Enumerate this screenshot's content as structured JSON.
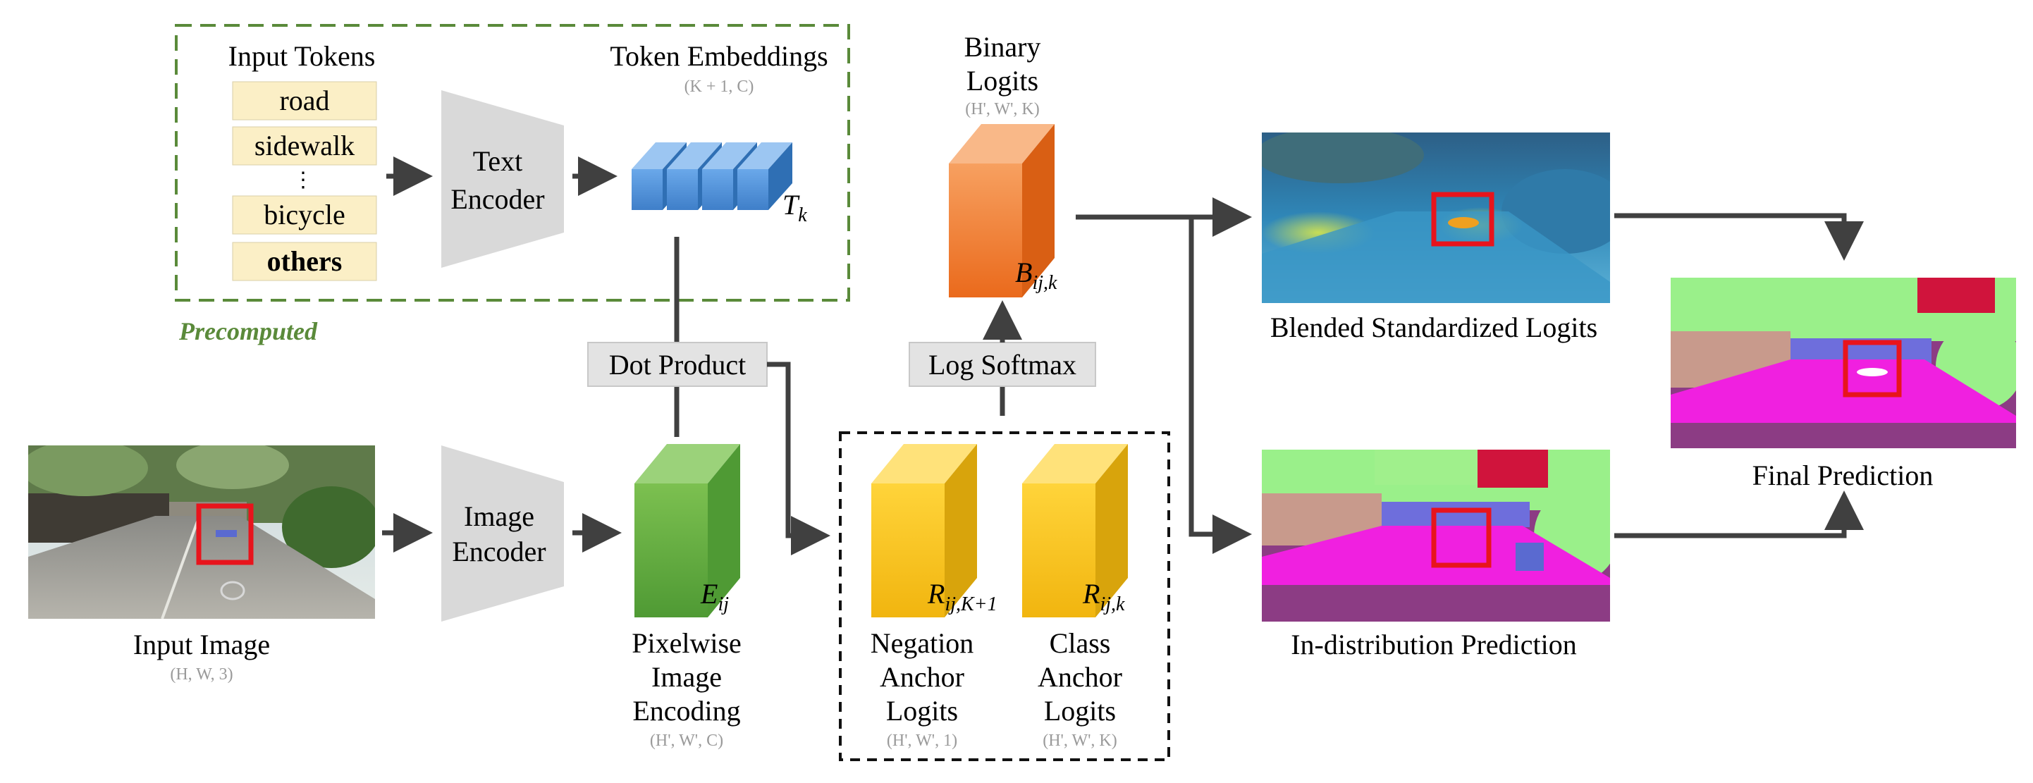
{
  "precomputed": {
    "title": "Precomputed",
    "input_tokens_title": "Input Tokens",
    "tokens": [
      "road",
      "sidewalk",
      "bicycle",
      "others"
    ],
    "ellipsis": "⋮",
    "text_encoder": [
      "Text",
      "Encoder"
    ],
    "token_embeddings_title": "Token Embeddings",
    "token_embeddings_dims": "(K + 1, C)",
    "token_symbol": "T",
    "token_symbol_sub": "k"
  },
  "dot_product": "Dot Product",
  "log_softmax": "Log Softmax",
  "binary_logits": {
    "title": [
      "Binary",
      "Logits"
    ],
    "dims": "(H', W', K)",
    "symbol": "B",
    "symbol_sub": "ij,k"
  },
  "input_image": {
    "label": "Input Image",
    "dims": "(H, W, 3)"
  },
  "image_encoder": [
    "Image",
    "Encoder"
  ],
  "pixelwise": {
    "label": [
      "Pixelwise",
      "Image",
      "Encoding"
    ],
    "dims": "(H', W', C)",
    "symbol": "E",
    "symbol_sub": "ij"
  },
  "negation": {
    "label": [
      "Negation",
      "Anchor",
      "Logits"
    ],
    "dims": "(H', W', 1)",
    "symbol": "R",
    "symbol_sub": "ij,K+1"
  },
  "class_anchor": {
    "label": [
      "Class",
      "Anchor",
      "Logits"
    ],
    "dims": "(H', W', K)",
    "symbol": "R",
    "symbol_sub": "ij,k"
  },
  "blended": "Blended Standardized Logits",
  "in_distribution": "In-distribution Prediction",
  "final": "Final Prediction",
  "colors": {
    "precomputed_green": "#5a8a3a",
    "token_bg": "#fbefc6",
    "encoder_gray": "#d9d9d9",
    "arrow": "#404040",
    "embedding_blue": "#4e8fd6",
    "pixel_green": "#6fb04a",
    "anchor_yellow": "#f3bd14",
    "binary_orange": "#f0833a",
    "highlight_red": "#e8141c"
  }
}
